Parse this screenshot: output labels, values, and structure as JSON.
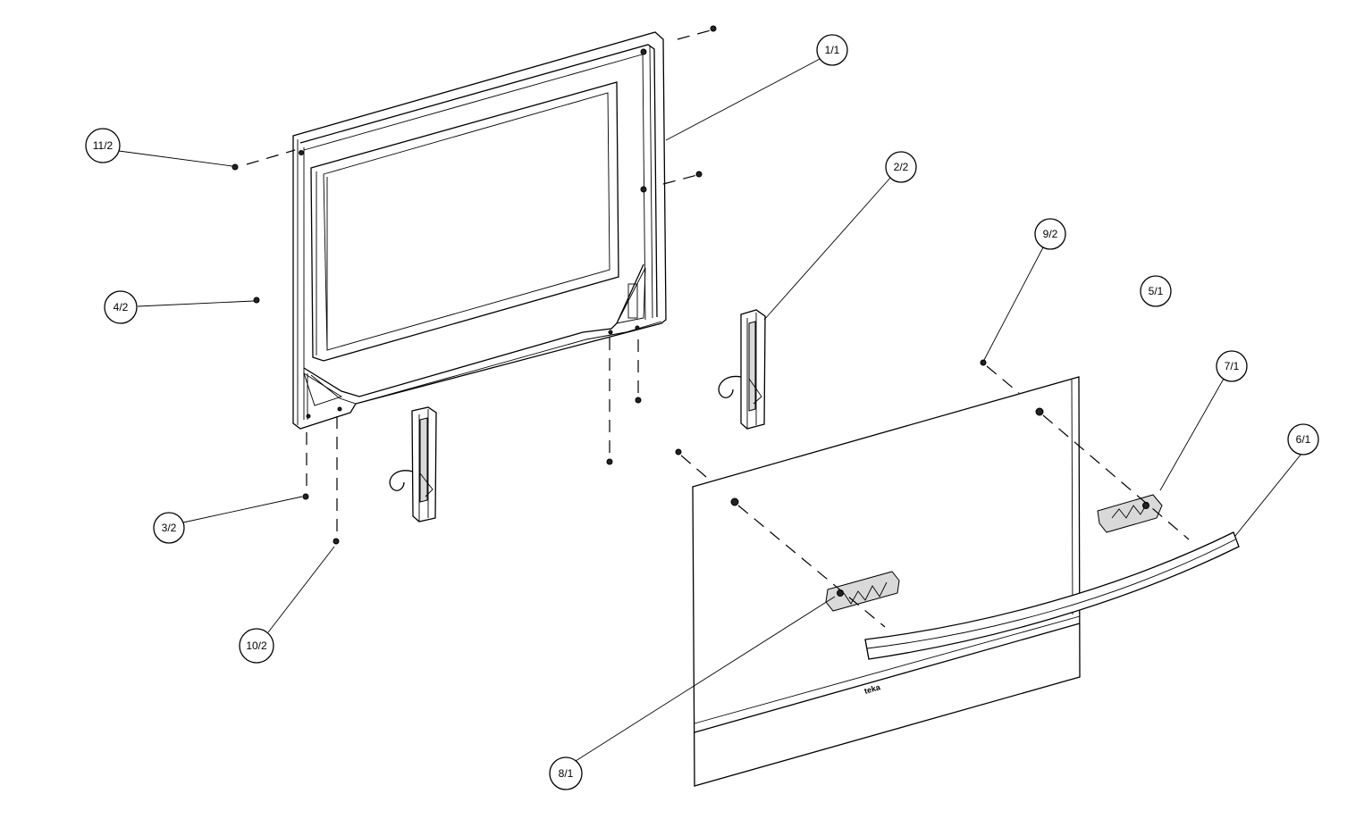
{
  "diagram": {
    "callouts": [
      {
        "id": "c1",
        "label": "1/1"
      },
      {
        "id": "c2",
        "label": "2/2"
      },
      {
        "id": "c3",
        "label": "3/2"
      },
      {
        "id": "c4",
        "label": "4/2"
      },
      {
        "id": "c5",
        "label": "5/1"
      },
      {
        "id": "c6",
        "label": "6/1"
      },
      {
        "id": "c7",
        "label": "7/1"
      },
      {
        "id": "c8",
        "label": "8/1"
      },
      {
        "id": "c9",
        "label": "9/2"
      },
      {
        "id": "c10",
        "label": "10/2"
      },
      {
        "id": "c11",
        "label": "11/2"
      }
    ]
  }
}
